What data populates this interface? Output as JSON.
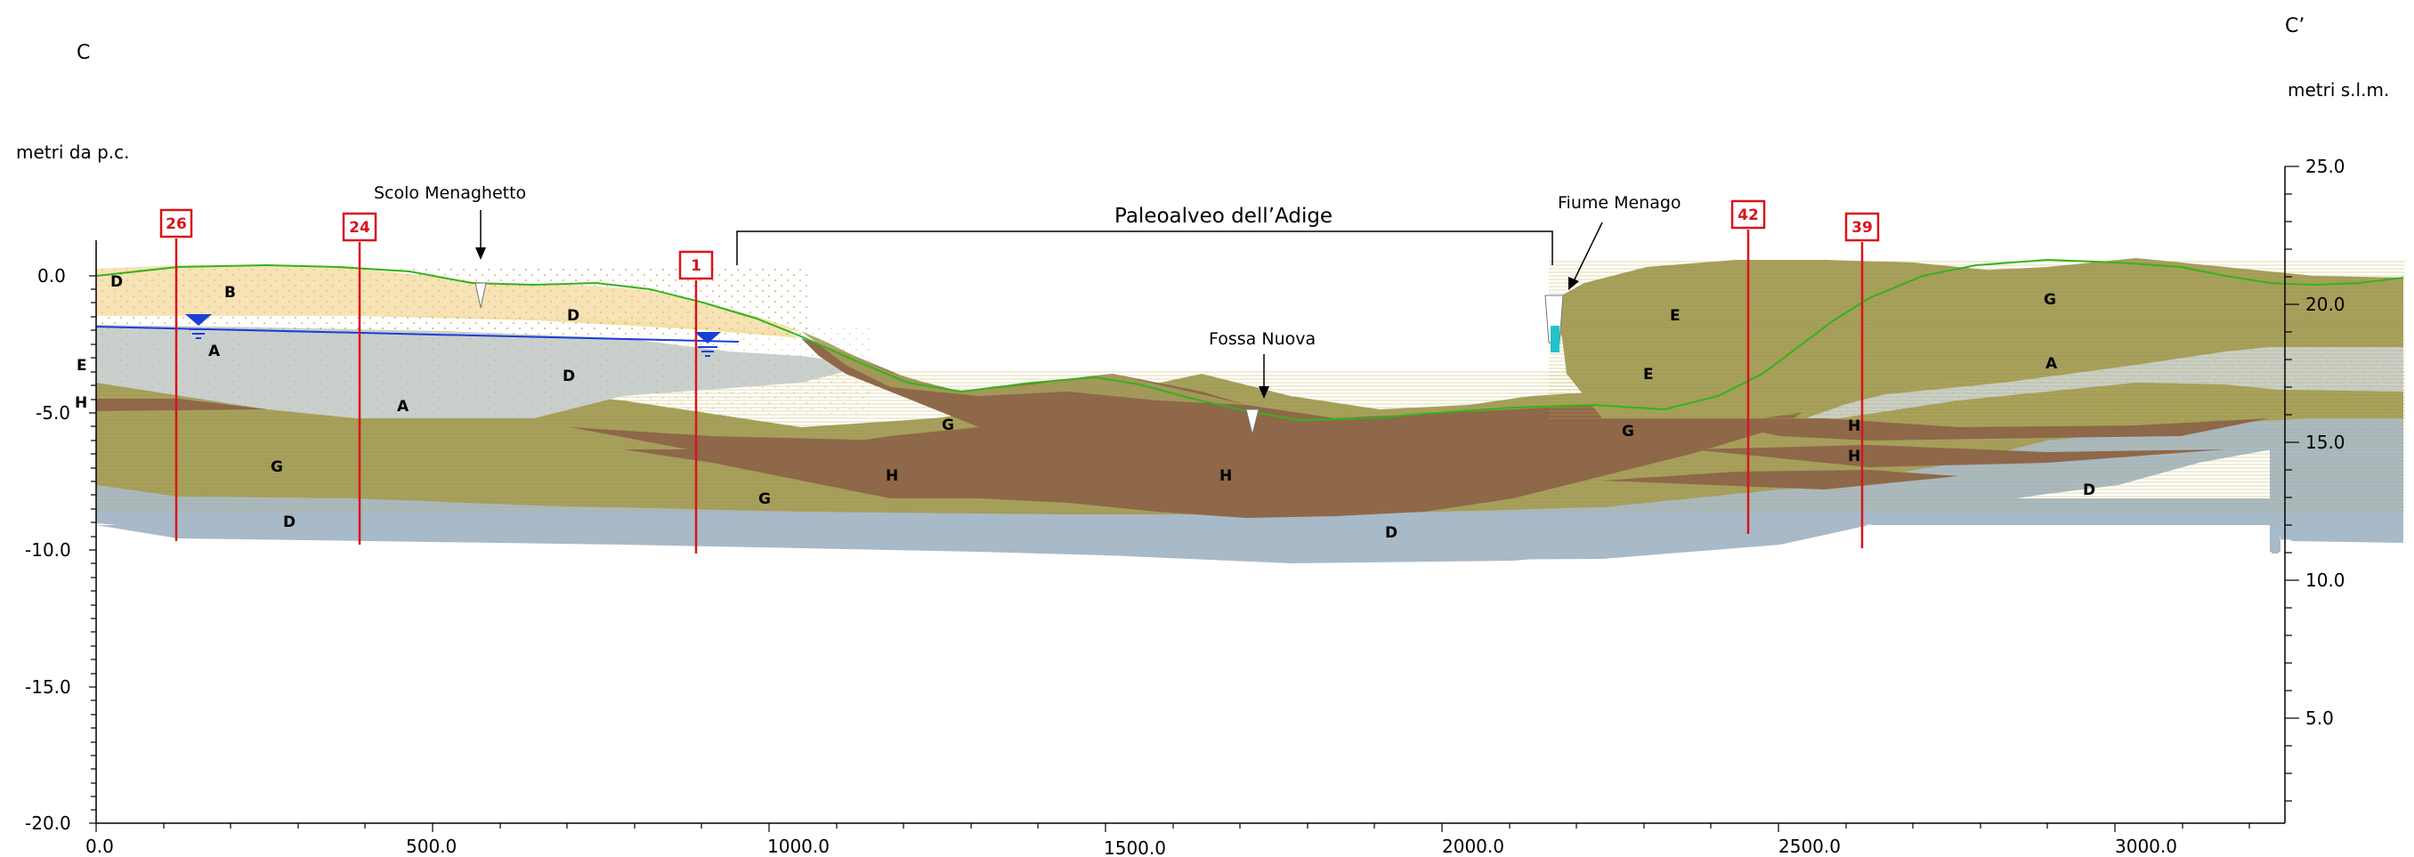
{
  "section": {
    "start_label": "C",
    "end_label": "C’",
    "left_axis_label": "metri da p.c.",
    "right_axis_label": "metri s.l.m."
  },
  "axes": {
    "left_ticks": [
      {
        "value": 0,
        "label": "0.0"
      },
      {
        "value": -5,
        "label": "-5.0"
      },
      {
        "value": -10,
        "label": "-10.0"
      },
      {
        "value": -15,
        "label": "-15.0"
      },
      {
        "value": -20,
        "label": "-20.0"
      }
    ],
    "right_ticks": [
      {
        "value": 25,
        "label": "25.0"
      },
      {
        "value": 20,
        "label": "20.0"
      },
      {
        "value": 15,
        "label": "15.0"
      },
      {
        "value": 10,
        "label": "10.0"
      },
      {
        "value": 5,
        "label": "5.0"
      }
    ],
    "bottom_ticks": [
      {
        "value": 0,
        "label": "0.0"
      },
      {
        "value": 500,
        "label": "500.0"
      },
      {
        "value": 1000,
        "label": "1000.0"
      },
      {
        "value": 1500,
        "label": "1500.0"
      },
      {
        "value": 2000,
        "label": "2000.0"
      },
      {
        "value": 2500,
        "label": "2500.0"
      },
      {
        "value": 3000,
        "label": "3000.0"
      }
    ]
  },
  "wells": [
    {
      "id": "26",
      "distance": 120
    },
    {
      "id": "24",
      "distance": 385
    },
    {
      "id": "1",
      "distance": 880
    },
    {
      "id": "42",
      "distance": 2405
    },
    {
      "id": "39",
      "distance": 2575
    }
  ],
  "places": {
    "scolo": "Scolo Menaghetto",
    "paleo": "Paleoalveo dell’Adige",
    "fiume": "Fiume Menago",
    "fossa": "Fossa Nuova"
  },
  "units": {
    "d1": "D",
    "b": "B",
    "d2": "D",
    "d3": "D",
    "a1": "A",
    "a2": "A",
    "e1": "E",
    "h1": "H",
    "g1": "G",
    "d4": "D",
    "g2": "G",
    "h2": "H",
    "g3": "G",
    "h3": "H",
    "d5": "D",
    "e2": "E",
    "e3": "E",
    "g4": "G",
    "g5": "G",
    "a3": "A",
    "h4": "H",
    "h5": "H",
    "d6": "D"
  },
  "colors": {
    "D": "#f3e0a6",
    "B": "#f7e3b5",
    "A": "#c9cfcd",
    "E": "#a39d5c",
    "G": "#a39d5c",
    "H": "#8e6849",
    "base": "#a8b9c8",
    "ground_line": "#35b21c",
    "well": "#d9141b",
    "water_table": "#1a3fd6"
  }
}
